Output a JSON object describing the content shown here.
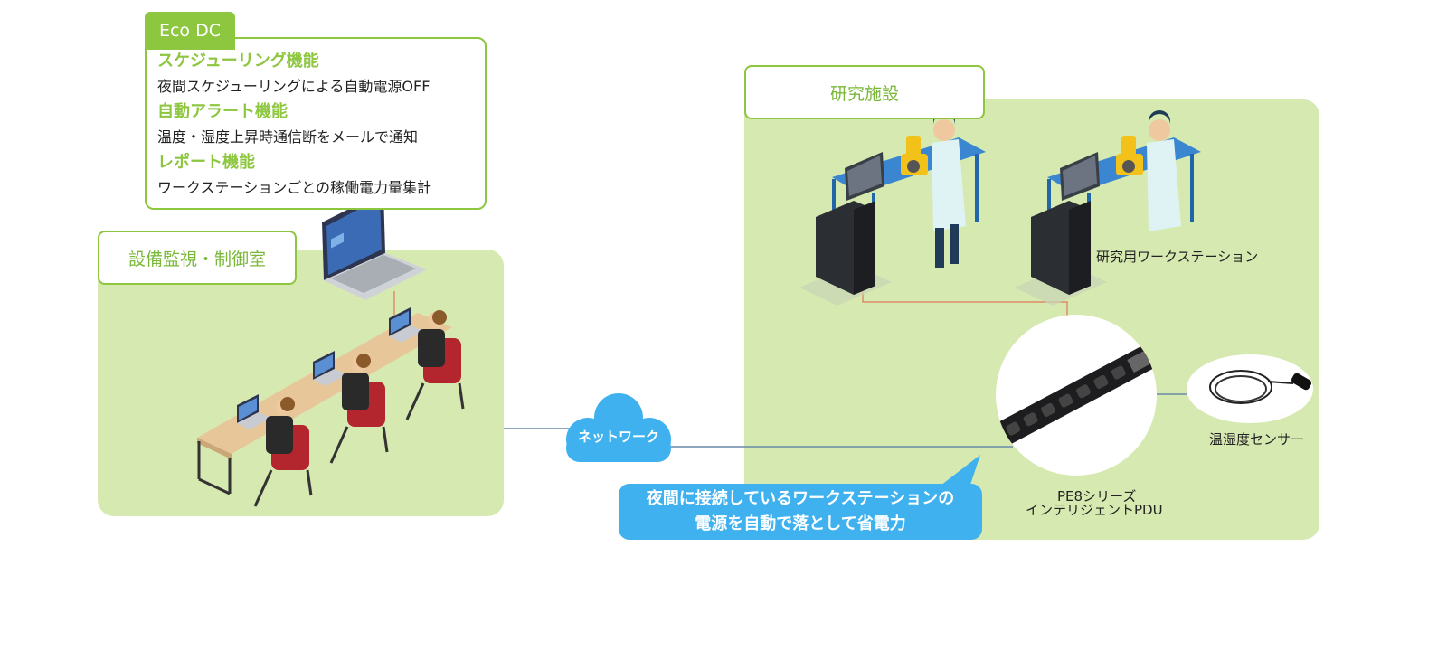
{
  "eco_dc": {
    "tab_label": "Eco DC",
    "features": [
      {
        "title": "スケジューリング機能",
        "desc": "夜間スケジューリングによる自動電源OFF"
      },
      {
        "title": "自動アラート機能",
        "desc": "温度・湿度上昇時通信断をメールで通知"
      },
      {
        "title": "レポート機能",
        "desc": "ワークステーションごとの稼働電力量集計"
      }
    ]
  },
  "control_room": {
    "label": "設備監視・制御室"
  },
  "lab": {
    "label": "研究施設",
    "workstation_caption": "研究用ワークステーション"
  },
  "network": {
    "label": "ネットワーク"
  },
  "sensor": {
    "caption": "温湿度センサー"
  },
  "pdu": {
    "caption_line1": "PE8シリーズ",
    "caption_line2": "インテリジェントPDU"
  },
  "callout": {
    "line1": "夜間に接続しているワークステーションの",
    "line2": "電源を自動で落として省電力"
  },
  "colors": {
    "accent_green": "#8dc63f",
    "zone_fill": "#d6e9b0",
    "callout_blue": "#3fb1ee",
    "link_line": "#6a8aa8",
    "power_line": "#e07a5a"
  }
}
